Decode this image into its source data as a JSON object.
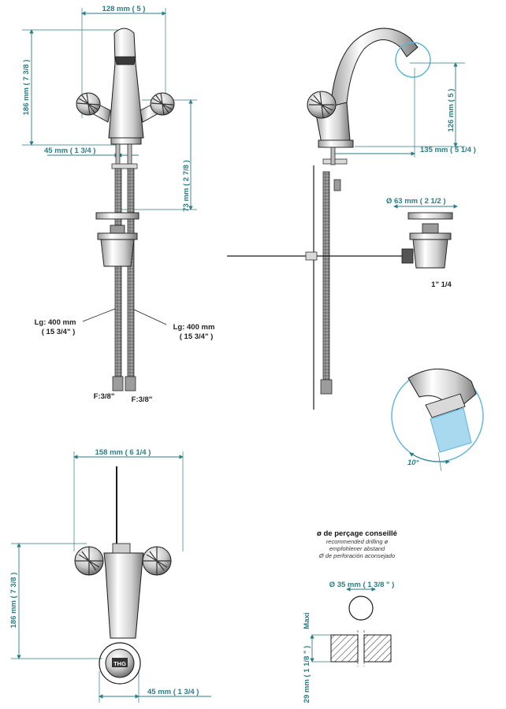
{
  "colors": {
    "dimension": "#2b7d86",
    "outline": "#1a1a1a",
    "highlight": "#5ab4dc",
    "highlight_fill": "#a9d9ef"
  },
  "front_view": {
    "width_top": "128 mm ( 5 )",
    "height_left": "186 mm ( 7 3/8 )",
    "offset_left": "45 mm ( 1 3/4 )",
    "height_right": "73 mm ( 2 7/8 )",
    "hose_left_len": "Lg: 400 mm",
    "hose_left_in": "( 15 3/4\" )",
    "hose_right_len": "Lg: 400 mm",
    "hose_right_in": "( 15 3/4\" )",
    "conn_left": "F:3/8\"",
    "conn_right": "F:3/8\""
  },
  "side_view": {
    "spout_height": "126 mm ( 5 )",
    "spout_reach": "135 mm ( 5 1/4 )",
    "drain_diameter": "Ø  63 mm ( 2 1/2 )",
    "drain_thread": "1\" 1/4"
  },
  "detail": {
    "angle": "10°"
  },
  "top_view": {
    "width": "158 mm ( 6 1/4 )",
    "height": "186 mm ( 7 3/8 )",
    "offset": "45 mm ( 1 3/4 )",
    "logo_text": "THG"
  },
  "drilling_note": {
    "title": "ø de perçage conseillé",
    "line_en": "recommended drilling ø",
    "line_de": "empfohlener abstand",
    "line_es": "Ø de perforación aconsejado",
    "hole_diameter": "Ø  35 mm ( 1 3/8 \" )",
    "max_thickness": "29 mm ( 1 1/8 \" )",
    "maxi": "Maxi"
  }
}
